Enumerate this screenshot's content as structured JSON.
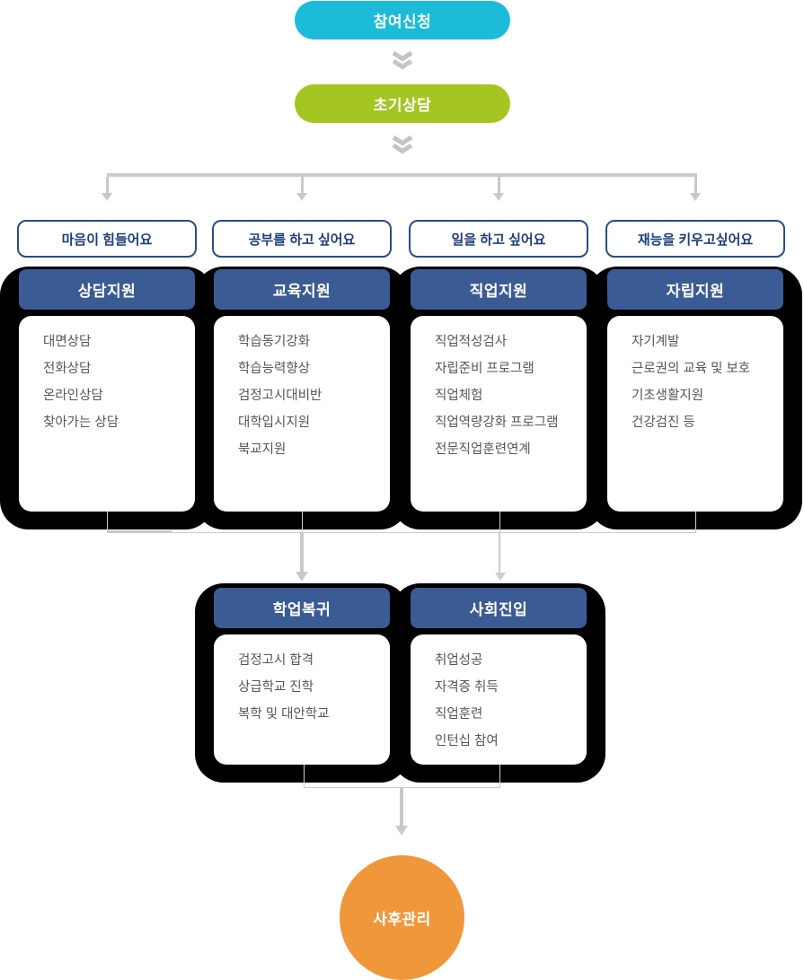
{
  "flow": {
    "step1": "참여신청",
    "step2": "초기상담",
    "final": "사후관리"
  },
  "columns": [
    {
      "question": "마음이 힘들어요",
      "header": "상담지원",
      "items": [
        "대면상담",
        "전화상담",
        "온라인상담",
        "찾아가는 상담"
      ]
    },
    {
      "question": "공부를 하고 싶어요",
      "header": "교육지원",
      "items": [
        "학습동기강화",
        "학습능력향상",
        "검정고시대비반",
        "대학입시지원",
        "북교지원"
      ]
    },
    {
      "question": "일을 하고 싶어요",
      "header": "직업지원",
      "items": [
        "직업적성검사",
        "자립준비 프로그램",
        "직업체험",
        "직업역량강화 프로그램",
        "전문직업훈련연계"
      ]
    },
    {
      "question": "재능을 키우고싶어요",
      "header": "자립지원",
      "items": [
        "자기계발",
        "근로권의 교육 및 보호",
        "기초생활지원",
        "건강검진 등"
      ]
    }
  ],
  "outcomes": [
    {
      "header": "학업복귀",
      "items": [
        "검정고시 합격",
        "상급학교 진학",
        "복학 및 대안학교"
      ]
    },
    {
      "header": "사회진입",
      "items": [
        "취업성공",
        "자격증 취득",
        "직업훈련",
        "인턴십 참여"
      ]
    }
  ],
  "colors": {
    "step1_bg": "#1cbcd9",
    "step2_bg": "#a5c522",
    "header_bg": "#3b5b94",
    "question_border": "#2b4c87",
    "question_text": "#1d3e7b",
    "item_text": "#55565a",
    "final_bg": "#f0973c",
    "connector": "#c9c9c9",
    "shadow": "#000000"
  }
}
